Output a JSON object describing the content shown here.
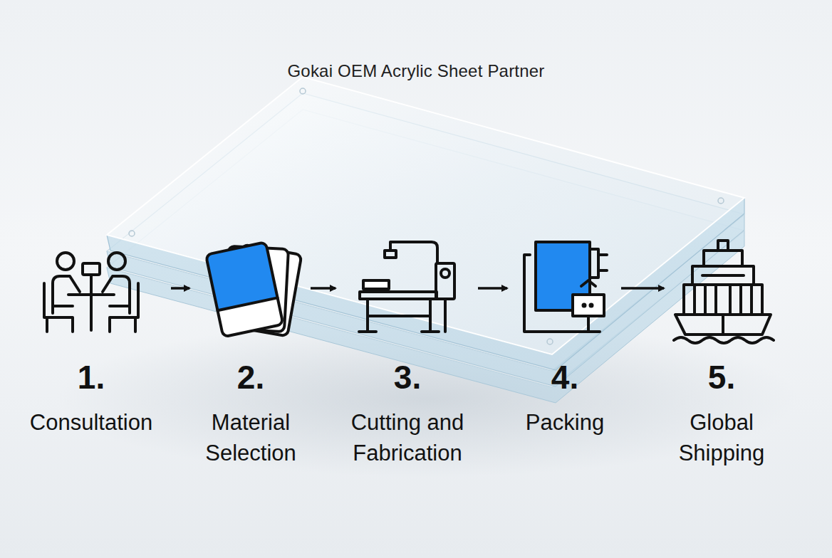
{
  "diagram": {
    "title": "Gokai OEM Acrylic Sheet Partner",
    "nodes": [
      {
        "text": [
          "1.",
          "Consultation"
        ]
      },
      {
        "text": [
          "2.",
          "Material Selection"
        ]
      },
      {
        "text": [
          "3.",
          "Cutting and Fabrication"
        ]
      },
      {
        "text": [
          "4.",
          "Packing"
        ]
      },
      {
        "text": [
          "5.",
          "Global Shipping"
        ]
      }
    ],
    "edges": [
      {
        "from": 0,
        "to": 1,
        "arrow": "to"
      },
      {
        "from": 1,
        "to": 2,
        "arrow": "to"
      },
      {
        "from": 2,
        "to": 3,
        "arrow": "to"
      },
      {
        "from": 3,
        "to": 4,
        "arrow": "to"
      }
    ]
  }
}
